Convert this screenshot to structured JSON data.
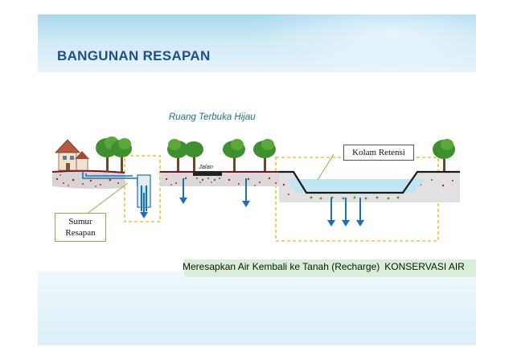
{
  "slide": {
    "title": "BANGUNAN RESAPAN",
    "caption_part1": "Meresapkan Air Kembali ke Tanah (Recharge)",
    "caption_part2": "KONSERVASI AIR"
  },
  "diagram": {
    "label_ruang_terbuka_hijau": "Ruang Terbuka Hijau",
    "label_jalan": "Jalan",
    "label_kolam_retensi": "Kolam Retensi",
    "label_sumur_line1": "Sumur",
    "label_sumur_line2": "Resapan"
  },
  "colors": {
    "title": "#1f4e8a",
    "header_band": "#a9d8ef",
    "caption_bar": "#d9eed6",
    "water": "#bfe6f2",
    "arrow": "#1b6fb5",
    "dashed_box": "#e8c23a",
    "tree_foliage": "#3f8f2f",
    "soil": "#b3203a"
  }
}
